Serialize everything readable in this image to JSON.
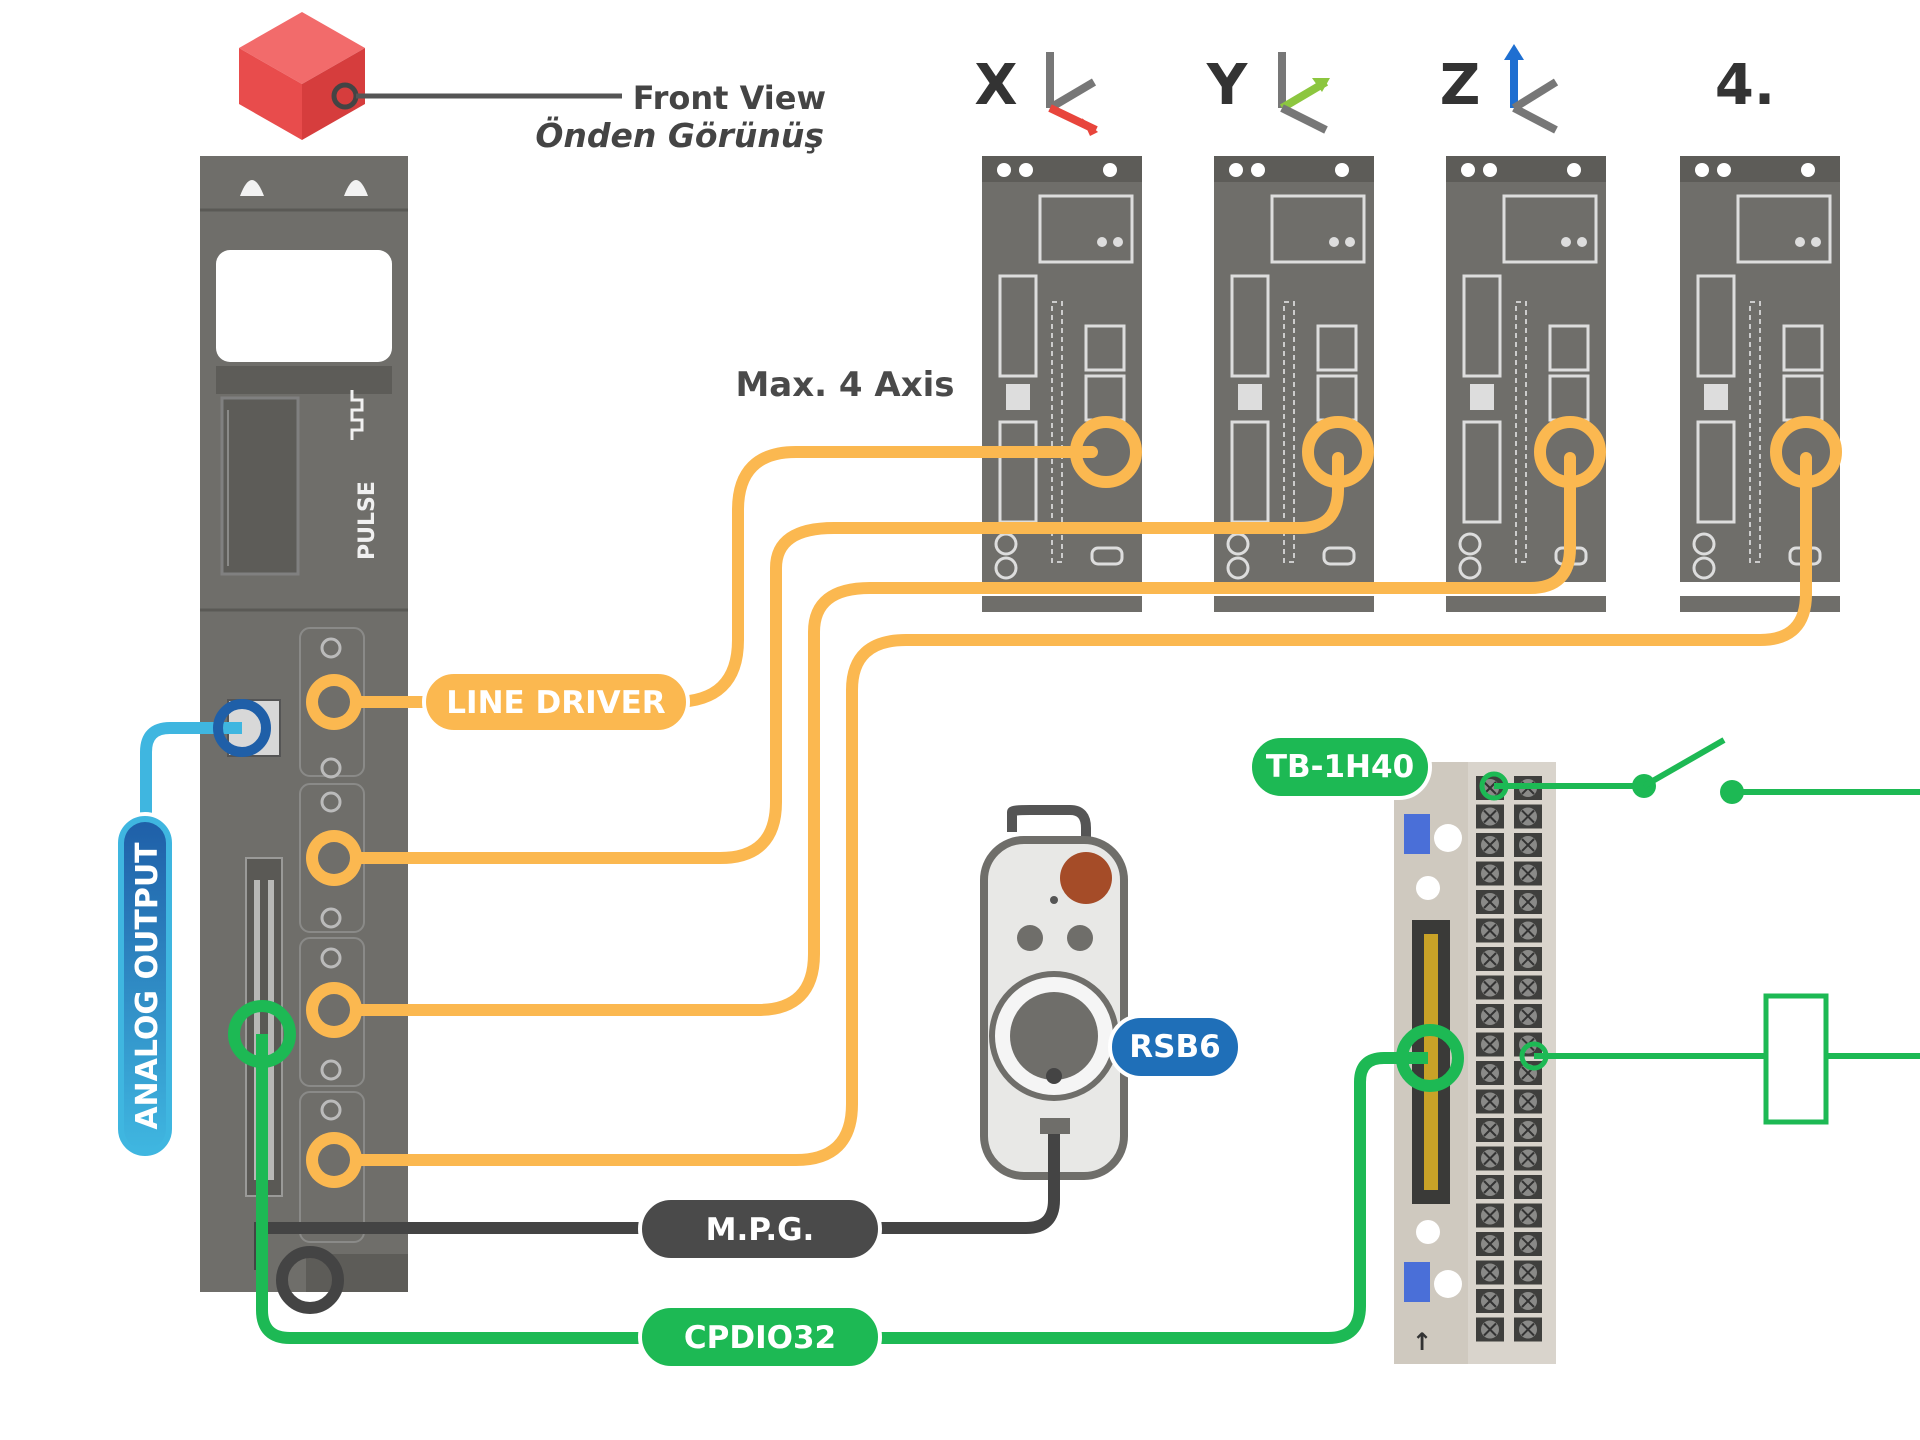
{
  "header": {
    "front_view": "Front View",
    "front_view_tr": "Önden Görünüş"
  },
  "axes": {
    "max_label": "Max. 4 Axis",
    "items": [
      {
        "label": "X",
        "arrow_color": "#e8453c"
      },
      {
        "label": "Y",
        "arrow_color": "#8cc63f"
      },
      {
        "label": "Z",
        "arrow_color": "#1f6fd1"
      },
      {
        "label": "4.",
        "arrow_color": ""
      }
    ]
  },
  "controller": {
    "brand": "PULSE"
  },
  "labels": {
    "line_driver": "LINE DRIVER",
    "analog_output": "ANALOG OUTPUT",
    "mpg": "M.P.G.",
    "cpdio": "CPDIO32",
    "rsb": "RSB6",
    "terminal": "TB-1H40"
  },
  "colors": {
    "line_driver": "#fbb850",
    "analog": "#3fb6e0",
    "analog_dark": "#1f5fa8",
    "digital": "#1db954",
    "mpg": "#444444",
    "device_body": "#6f6e6a",
    "cube": "#e84c4c"
  }
}
